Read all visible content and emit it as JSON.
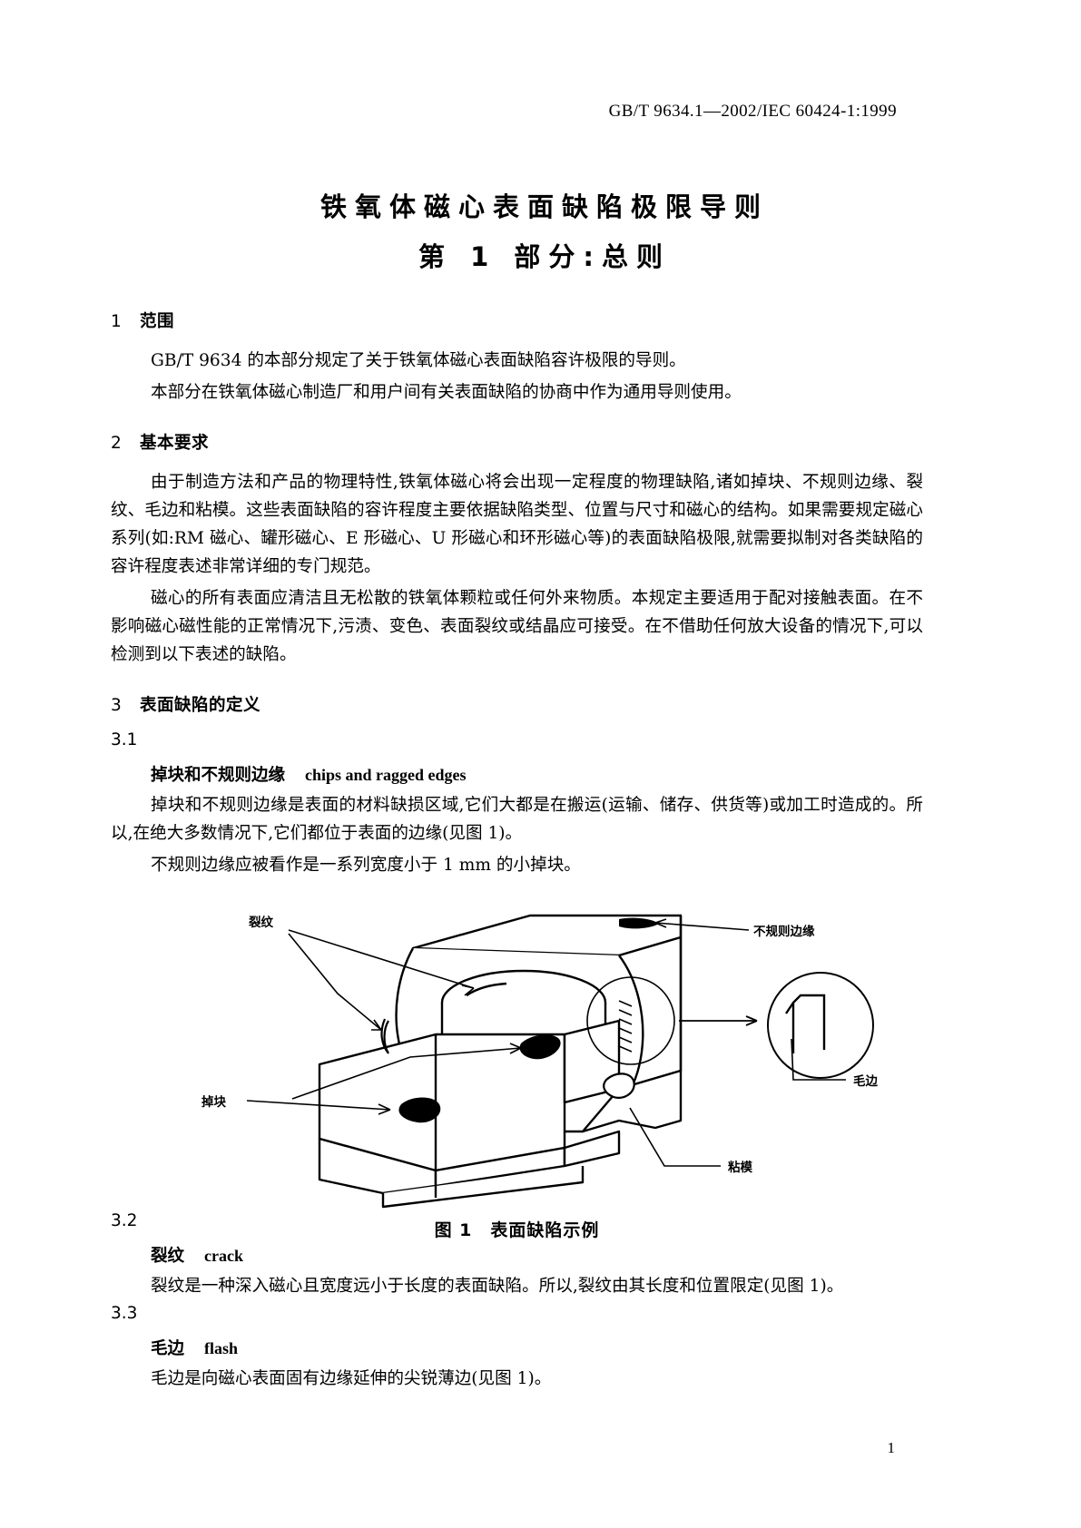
{
  "header": {
    "standard_ref": "GB/T 9634.1—2002/IEC 60424-1:1999"
  },
  "title": {
    "line1": "铁氧体磁心表面缺陷极限导则",
    "line2": "第 1 部分:总则"
  },
  "sections": {
    "s1": {
      "number": "1",
      "heading": "范围",
      "p1": "GB/T 9634 的本部分规定了关于铁氧体磁心表面缺陷容许极限的导则。",
      "p2": "本部分在铁氧体磁心制造厂和用户间有关表面缺陷的协商中作为通用导则使用。"
    },
    "s2": {
      "number": "2",
      "heading": "基本要求",
      "p1": "由于制造方法和产品的物理特性,铁氧体磁心将会出现一定程度的物理缺陷,诸如掉块、不规则边缘、裂纹、毛边和粘模。这些表面缺陷的容许程度主要依据缺陷类型、位置与尺寸和磁心的结构。如果需要规定磁心系列(如:RM 磁心、罐形磁心、E 形磁心、U 形磁心和环形磁心等)的表面缺陷极限,就需要拟制对各类缺陷的容许程度表述非常详细的专门规范。",
      "p2": "磁心的所有表面应清洁且无松散的铁氧体颗粒或任何外来物质。本规定主要适用于配对接触表面。在不影响磁心磁性能的正常情况下,污渍、变色、表面裂纹或结晶应可接受。在不借助任何放大设备的情况下,可以检测到以下表述的缺陷。"
    },
    "s3": {
      "number": "3",
      "heading": "表面缺陷的定义",
      "items": [
        {
          "number": "3.1",
          "term_cn": "掉块和不规则边缘",
          "term_en": "chips and ragged edges",
          "p1": "掉块和不规则边缘是表面的材料缺损区域,它们大都是在搬运(运输、储存、供货等)或加工时造成的。所以,在绝大多数情况下,它们都位于表面的边缘(见图 1)。",
          "p2": "不规则边缘应被看作是一系列宽度小于 1 mm 的小掉块。"
        },
        {
          "number": "3.2",
          "term_cn": "裂纹",
          "term_en": "crack",
          "p1": "裂纹是一种深入磁心且宽度远小于长度的表面缺陷。所以,裂纹由其长度和位置限定(见图 1)。"
        },
        {
          "number": "3.3",
          "term_cn": "毛边",
          "term_en": "flash",
          "p1": "毛边是向磁心表面固有边缘延伸的尖锐薄边(见图 1)。"
        }
      ]
    }
  },
  "figure": {
    "caption_label": "图 1",
    "caption_text": "表面缺陷示例",
    "callouts": {
      "crack": "裂纹",
      "ragged_edges": "不规则边缘",
      "flash": "毛边",
      "chips": "掉块",
      "mould_sticking": "粘模"
    }
  },
  "footer": {
    "page_number": "1"
  }
}
